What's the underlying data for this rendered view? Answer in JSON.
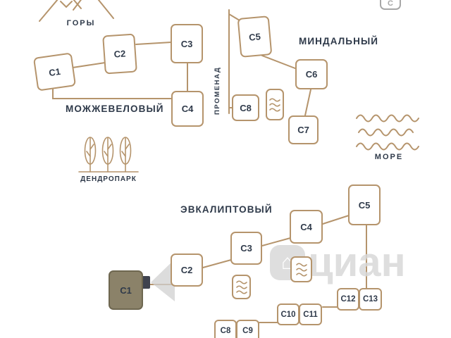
{
  "map": {
    "landmarks": {
      "mountains_label": "ГОРЫ",
      "promenade_label": "ПРОМЕНАД",
      "sea_label": "МОРЕ",
      "dendropark_label": "ДЕНДРОПАРК"
    },
    "districts": {
      "juniper": {
        "label": "МОЖЖЕВЕЛОВЫЙ",
        "buildings": {
          "c1": "С1",
          "c2": "С2",
          "c3": "С3",
          "c4": "С4"
        }
      },
      "almond": {
        "label": "МИНДАЛЬНЫЙ",
        "buildings": {
          "c5": "С5",
          "c6": "С6",
          "c7": "С7",
          "c8": "С8"
        }
      },
      "eucalyptus": {
        "label": "ЭВКАЛИПТОВЫЙ",
        "buildings": {
          "c1": "С1",
          "c2": "С2",
          "c3": "С3",
          "c4": "С4",
          "c5": "С5",
          "c8": "С8",
          "c9": "С9",
          "c10": "С10",
          "c11": "С11",
          "c12": "С12",
          "c13": "С13"
        },
        "selected_building": "С1"
      }
    },
    "partial_building_top_right": "С",
    "watermark_text": "циан",
    "colors": {
      "outline": "#b5946c",
      "label": "#2f3a4a",
      "selected_fill": "#8b8269",
      "watermark": "#d9d9d9"
    }
  }
}
